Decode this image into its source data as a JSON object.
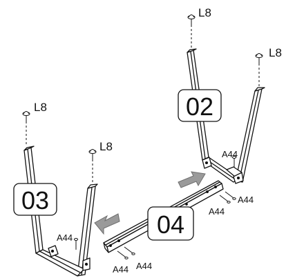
{
  "steps": {
    "step_02": "02",
    "step_03": "03",
    "step_04": "04"
  },
  "parts": {
    "leveler_label": "L8",
    "screw_label": "A44"
  },
  "colors": {
    "line": "#111111",
    "arrow_fill": "#9a9a9a",
    "arrow_stroke": "#6e6e6e",
    "box_fill": "#ffffff"
  },
  "icons": {
    "leveler": "leveler-foot-icon",
    "screw": "screw-icon",
    "arrow": "direction-arrow-icon"
  }
}
